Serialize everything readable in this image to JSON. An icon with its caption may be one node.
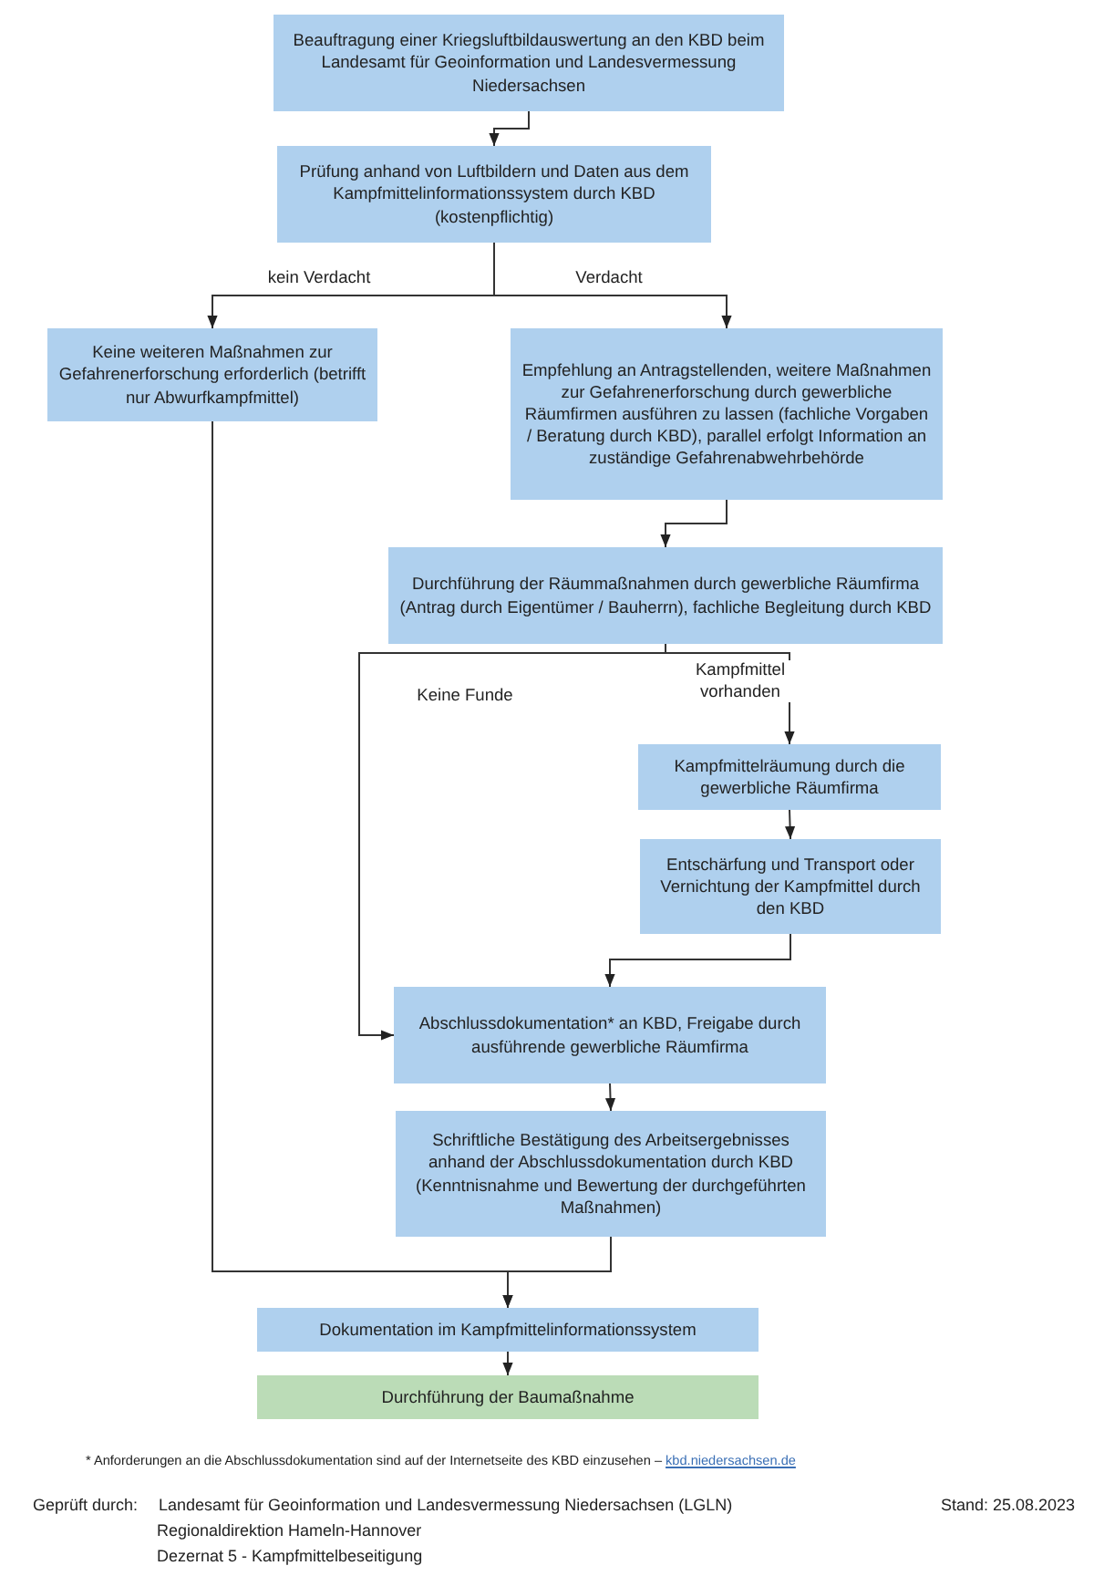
{
  "diagram": {
    "nodes": [
      {
        "text": [
          "Beauftragung einer Kriegsluftbildauswertung an den KBD beim Landesamt für Geoinformation und Landesvermessung Niedersachsen"
        ]
      },
      {
        "text": [
          "Prüfung anhand von Luftbildern und Daten aus dem Kampfmittelinformationssystem durch KBD (kostenpflichtig)"
        ]
      },
      {
        "text": [
          "Keine weiteren Maßnahmen zur Gefahrenerforschung erforderlich (betrifft nur Abwurfkampfmittel)"
        ]
      },
      {
        "text": [
          "Empfehlung an Antragstellenden, weitere Maßnahmen zur Gefahrenerforschung durch gewerbliche Räumfirmen ausführen zu lassen (fachliche Vorgaben / Beratung durch KBD), parallel erfolgt Information an zuständige Gefahrenabwehrbehörde"
        ]
      },
      {
        "text": [
          "Durchführung der Räummaßnahmen durch gewerbliche Räumfirma (Antrag durch Eigentümer / Bauherrn), fachliche Begleitung durch KBD"
        ]
      },
      {
        "text": [
          "Kampfmittelräumung durch die gewerbliche Räumfirma"
        ]
      },
      {
        "text": [
          "Entschärfung und Transport oder Vernichtung der Kampfmittel durch den KBD"
        ]
      },
      {
        "text": [
          "Abschlussdokumentation* an KBD, Freigabe durch ausführende gewerbliche Räumfirma"
        ]
      },
      {
        "text": [
          "Schriftliche Bestätigung des Arbeitsergebnisses anhand der Abschlussdokumentation durch KBD (Kenntnisnahme und Bewertung der durchgeführten Maßnahmen)"
        ]
      },
      {
        "text": [
          "Dokumentation im Kampfmittelinformationssystem"
        ]
      },
      {
        "text": [
          "Durchführung der Baumaßnahme"
        ]
      }
    ],
    "edges": [
      {
        "from": 0,
        "to": 1,
        "arrow": "to"
      },
      {
        "from": 1,
        "to": 2,
        "arrow": "to",
        "label": "kein Verdacht"
      },
      {
        "from": 1,
        "to": 3,
        "arrow": "to",
        "label": "Verdacht"
      },
      {
        "from": 3,
        "to": 4,
        "arrow": "to"
      },
      {
        "from": 4,
        "to": 5,
        "arrow": "to",
        "label": "Kampfmittel vorhanden"
      },
      {
        "from": 4,
        "to": 7,
        "arrow": "to",
        "label": "Keine Funde"
      },
      {
        "from": 5,
        "to": 6,
        "arrow": "to"
      },
      {
        "from": 6,
        "to": 7,
        "arrow": "to"
      },
      {
        "from": 7,
        "to": 8,
        "arrow": "to"
      },
      {
        "from": 2,
        "to": 9,
        "arrow": "to"
      },
      {
        "from": 8,
        "to": 9,
        "arrow": "to"
      },
      {
        "from": 9,
        "to": 10,
        "arrow": "to"
      }
    ],
    "labels": [
      "* Anforderungen an die Abschlussdokumentation sind auf der Internetseite des KBD einzusehen –",
      "kbd.niedersachsen.de",
      "Geprüft durch:",
      "Landesamt für Geoinformation und Landesvermessung Niedersachsen (LGLN)",
      "Regionaldirektion Hameln-Hannover",
      "Dezernat 5 - Kampfmittelbeseitigung",
      "Stand: 25.08.2023"
    ]
  }
}
